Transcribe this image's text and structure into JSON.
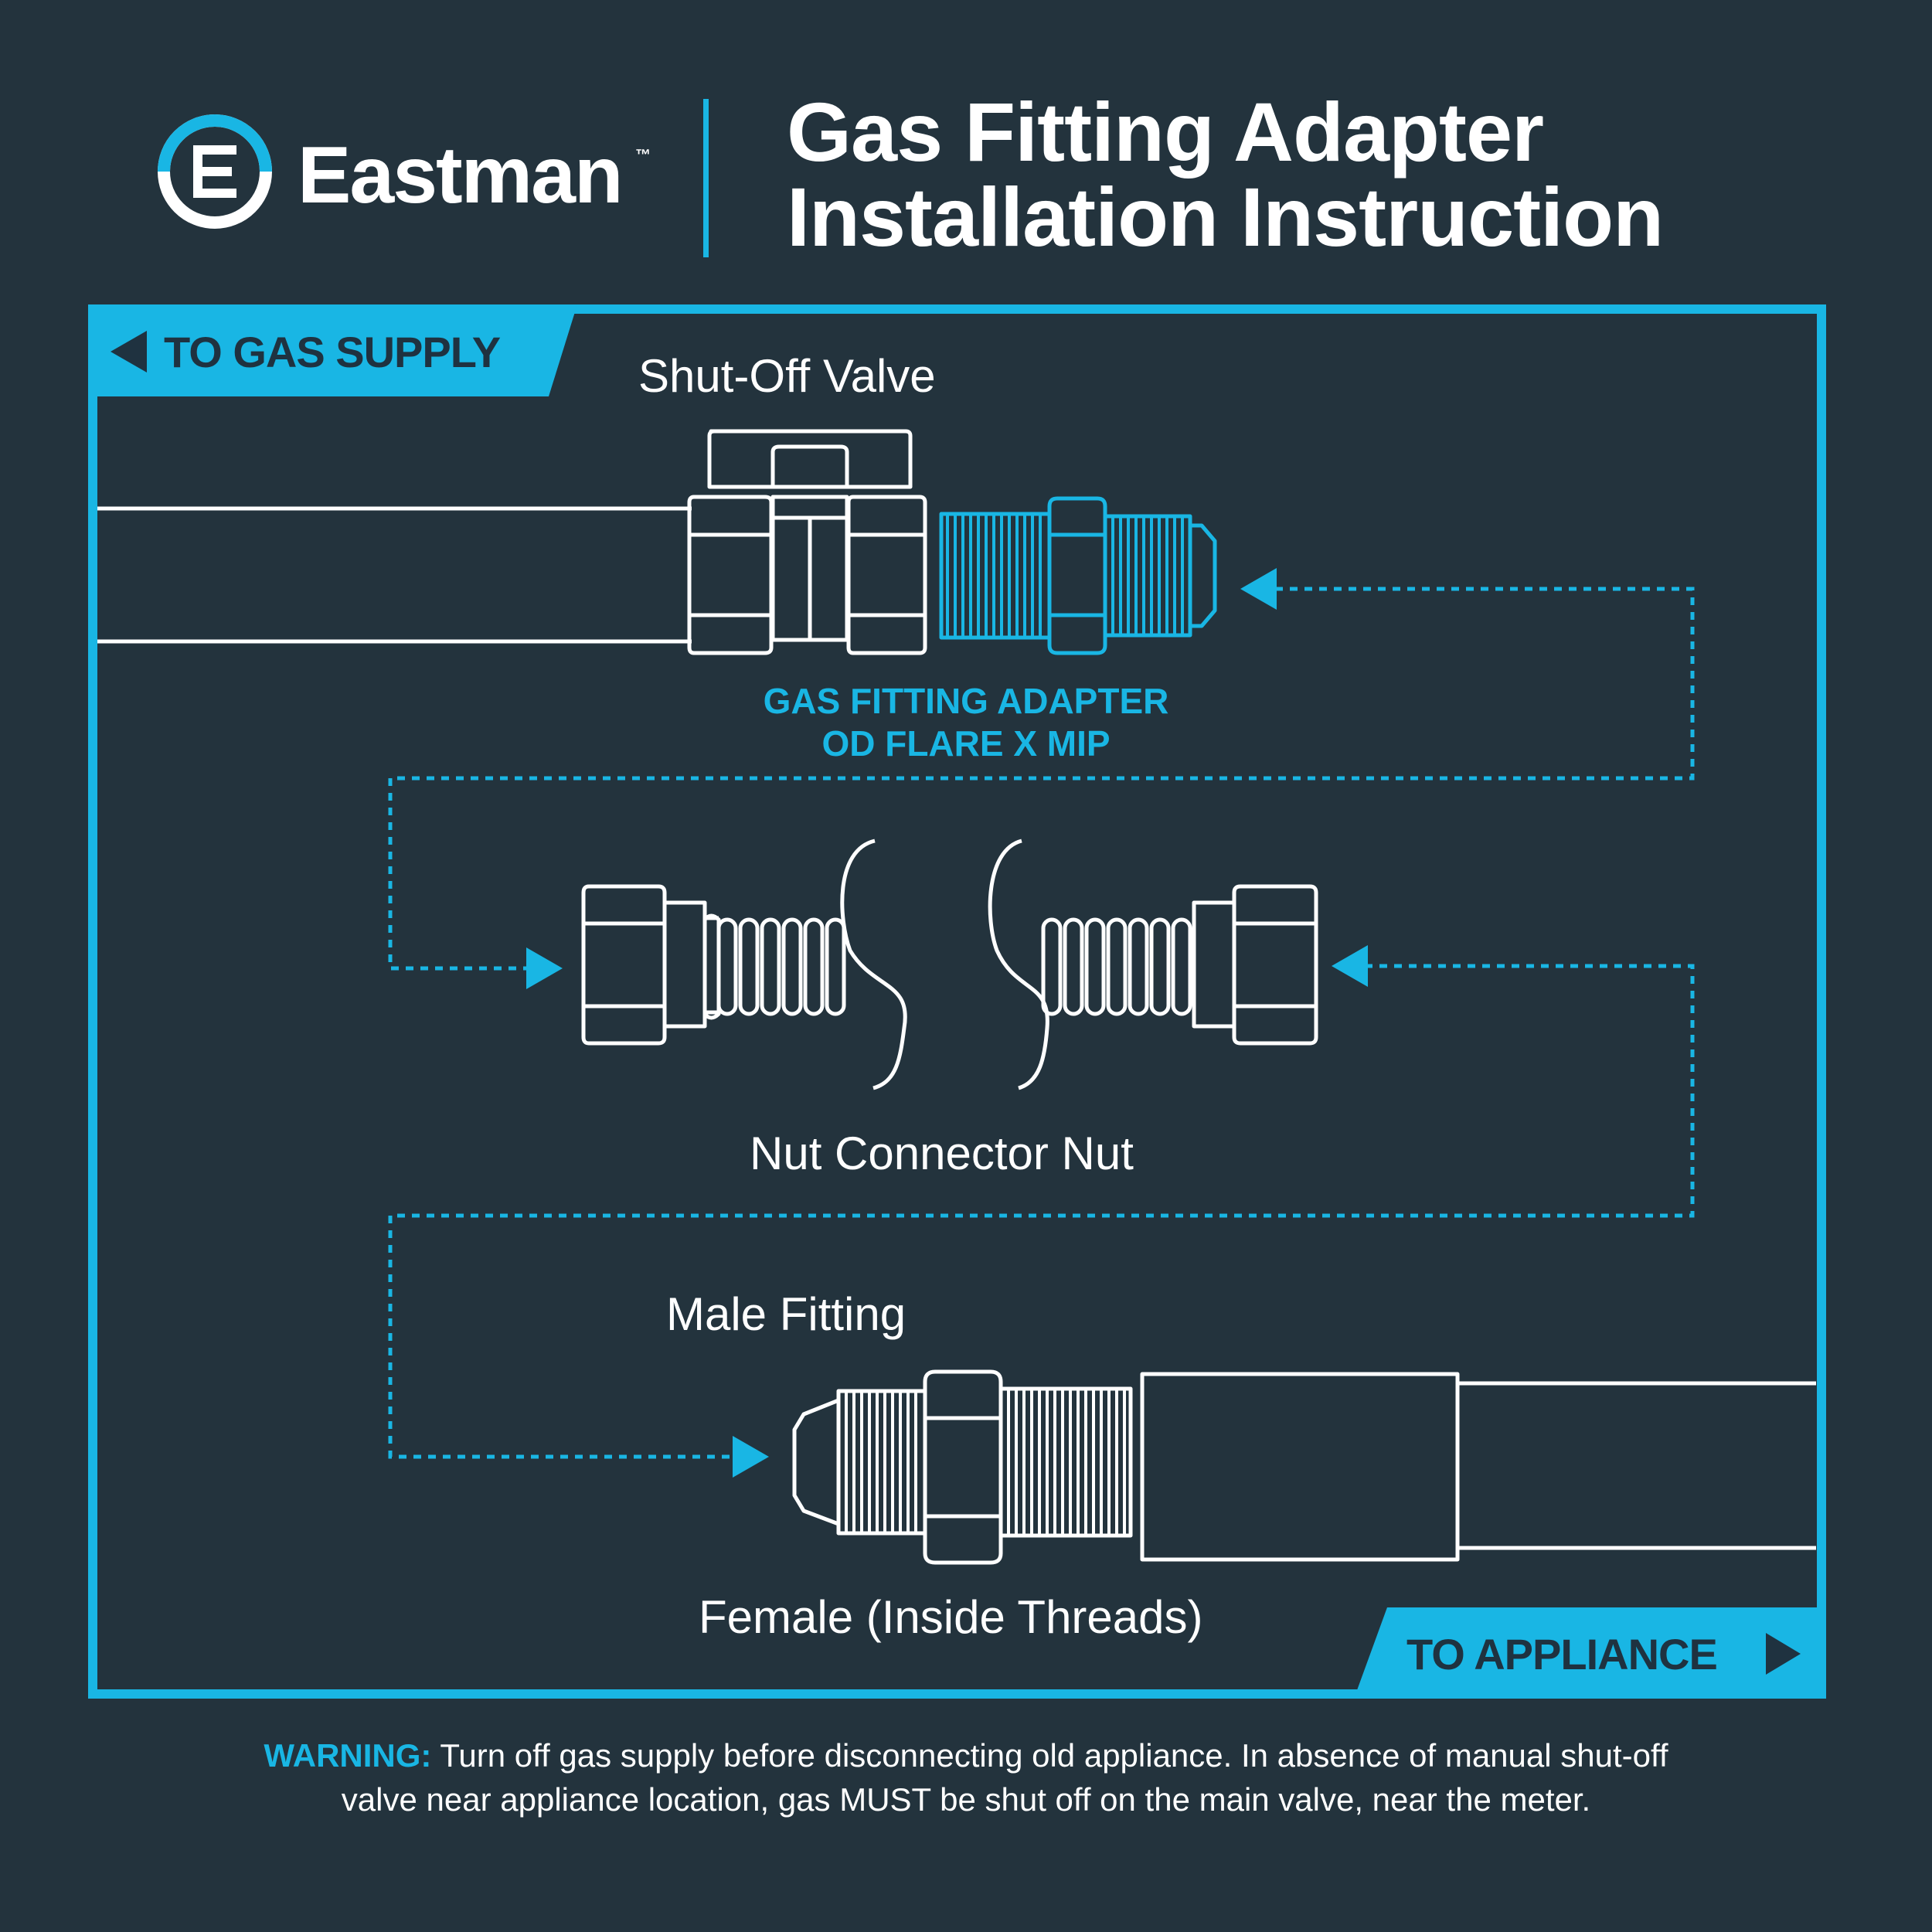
{
  "brand": {
    "name": "Eastman",
    "trademark": "™"
  },
  "title": {
    "line1": "Gas Fitting Adapter",
    "line2": "Installation Instruction"
  },
  "tags": {
    "gas_supply": "TO GAS SUPPLY",
    "appliance": "TO APPLIANCE"
  },
  "labels": {
    "shutoff_valve": "Shut-Off Valve",
    "adapter_line1": "GAS FITTING ADAPTER",
    "adapter_line2": "OD FLARE X MIP",
    "nut_connector": "Nut Connector Nut",
    "male_fitting": "Male Fitting",
    "female": "Female (Inside Threads)"
  },
  "warning": {
    "prefix": "WARNING:",
    "line1": " Turn off gas supply before disconnecting old appliance. In absence of manual shut-off",
    "line2": "valve near appliance location, gas MUST be shut off on the main valve, near the meter."
  },
  "colors": {
    "background": "#23333d",
    "accent": "#19b6e4",
    "line": "#ffffff"
  }
}
